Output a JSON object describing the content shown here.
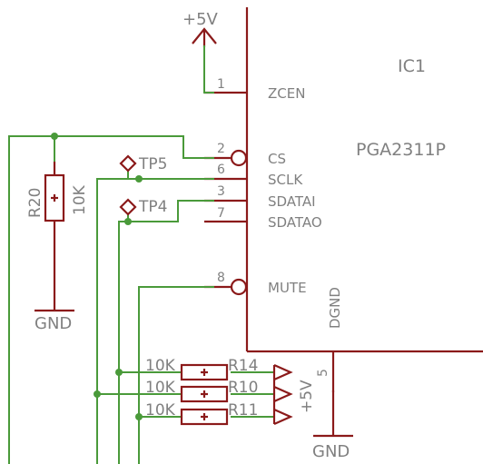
{
  "ic": {
    "name": "IC1",
    "part": "PGA2311P",
    "pins": [
      {
        "number": "1",
        "name": "ZCEN"
      },
      {
        "number": "2",
        "name": "CS"
      },
      {
        "number": "6",
        "name": "SCLK"
      },
      {
        "number": "3",
        "name": "SDATAI"
      },
      {
        "number": "7",
        "name": "SDATAO"
      },
      {
        "number": "8",
        "name": "MUTE"
      },
      {
        "number": "5",
        "name": "DGND"
      }
    ]
  },
  "supply": {
    "label": "+5V"
  },
  "ground": {
    "label": "GND"
  },
  "testpoints": [
    {
      "name": "TP5"
    },
    {
      "name": "TP4"
    }
  ],
  "resistors": [
    {
      "ref": "R20",
      "value": "10K"
    },
    {
      "ref": "R14",
      "value": "10K"
    },
    {
      "ref": "R10",
      "value": "10K"
    },
    {
      "ref": "R11",
      "value": "10K"
    }
  ],
  "colors": {
    "wire": "#4a9a3a",
    "symbol": "#8b1a1a",
    "text": "#808080"
  }
}
